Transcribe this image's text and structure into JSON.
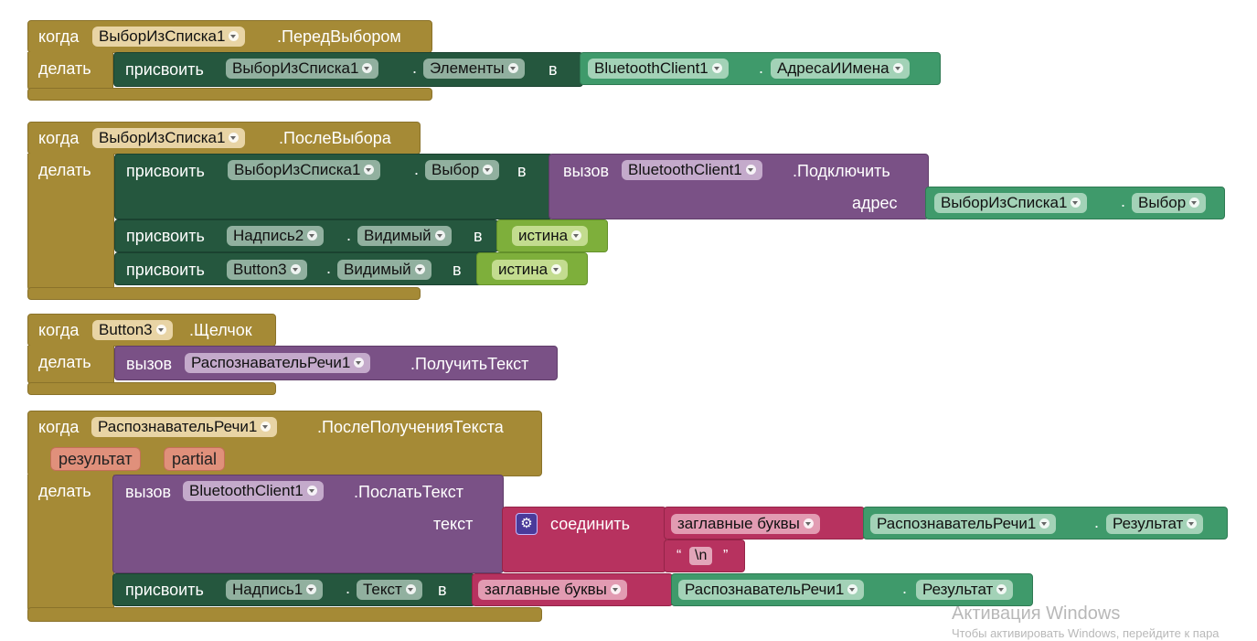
{
  "labels": {
    "when": "когда",
    "do": "делать",
    "set": "присвоить",
    "to": "в",
    "call": "вызов",
    "dot": ".",
    "address": "адрес",
    "text": "текст",
    "join": "соединить",
    "upcase": "заглавные буквы",
    "true_value": "истина"
  },
  "block1": {
    "component": "ВыборИзСписка1",
    "event": ".ПередВыбором",
    "set_component": "ВыборИзСписка1",
    "set_prop": "Элементы",
    "value_component": "BluetoothClient1",
    "value_prop": "АдресаИИмена"
  },
  "block2": {
    "component": "ВыборИзСписка1",
    "event": ".ПослеВыбора",
    "set1_component": "ВыборИзСписка1",
    "set1_prop": "Выбор",
    "call_component": "BluetoothClient1",
    "call_method": ".Подключить",
    "arg_component": "ВыборИзСписка1",
    "arg_prop": "Выбор",
    "set2_component": "Надпись2",
    "set2_prop": "Видимый",
    "set3_component": "Button3",
    "set3_prop": "Видимый"
  },
  "block3": {
    "component": "Button3",
    "event": ".Щелчок",
    "call_component": "РаспознавательРечи1",
    "call_method": ".ПолучитьТекст"
  },
  "block4": {
    "component": "РаспознавательРечи1",
    "event": ".ПослеПолученияТекста",
    "param1": "результат",
    "param2": "partial",
    "call_component": "BluetoothClient1",
    "call_method": ".ПослатьТекст",
    "join_item1_component": "РаспознавательРечи1",
    "join_item1_prop": "Результат",
    "quote_open": "“",
    "quote_close": "”",
    "newline": "\\n",
    "set_component": "Надпись1",
    "set_prop": "Текст",
    "set_value_component": "РаспознавательРечи1",
    "set_value_prop": "Результат"
  },
  "watermark": {
    "title": "Активация Windows",
    "subtitle": "Чтобы активировать Windows, перейдите к пара"
  },
  "colors": {
    "event": "#a58a36",
    "setter": "#25573e",
    "call": "#7a5186",
    "text": "#b7325f",
    "getter": "#3f9a6b",
    "logic": "#7eaf3b"
  }
}
